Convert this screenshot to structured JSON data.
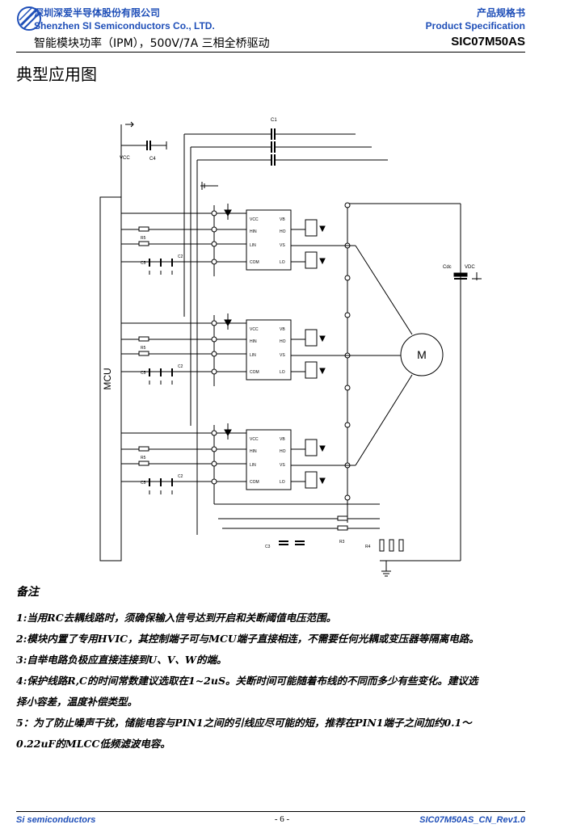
{
  "header": {
    "company_cn": "深圳深爱半导体股份有限公司",
    "company_en": "Shenzhen SI Semiconductors Co., LTD.",
    "spec_cn": "产品规格书",
    "spec_en": "Product Specification",
    "subtitle": "智能模块功率（IPM），500V/7A 三相全桥驱动",
    "part_number": "SIC07M50AS",
    "logo_color": "#1f4fb8"
  },
  "section_title": "典型应用图",
  "circuit": {
    "mcu": "MCU",
    "motor": "M",
    "vcc": "VCC",
    "c1": "C1",
    "c2": "C2",
    "c3": "C3",
    "c4": "C4",
    "c5": "C5",
    "r3": "R3",
    "r4": "R4",
    "r5": "R5",
    "cdc": "Cdc",
    "vdc": "VDC",
    "pins_left": [
      "VCC",
      "HIN",
      "LIN",
      "COM"
    ],
    "pins_right": [
      "VB",
      "HO",
      "VS",
      "LO"
    ]
  },
  "notes": {
    "title": "备注",
    "items": [
      "1:当用RC去耦线路时，须确保输入信号达到开启和关断阈值电压范围。",
      "2:模块内置了专用HVIC，其控制端子可与MCU端子直接相连，不需要任何光耦或变压器等隔离电路。",
      "3:自举电路负极应直接连接到U、V、W的端。",
      "4:保护线路R,C的时间常数建议选取在1~2uS。关断时间可能随着布线的不同而多少有些变化。建议选",
      "择小容差，温度补偿类型。",
      "5：为了防止噪声干扰，储能电容与PIN1之间的引线应尽可能的短，推荐在PIN1端子之间加约0.1～",
      "0.22uF的MLCC低频滤波电容。"
    ]
  },
  "footer": {
    "left": "Si semiconductors",
    "center": "- 6 -",
    "right": "SIC07M50AS_CN_Rev1.0"
  }
}
